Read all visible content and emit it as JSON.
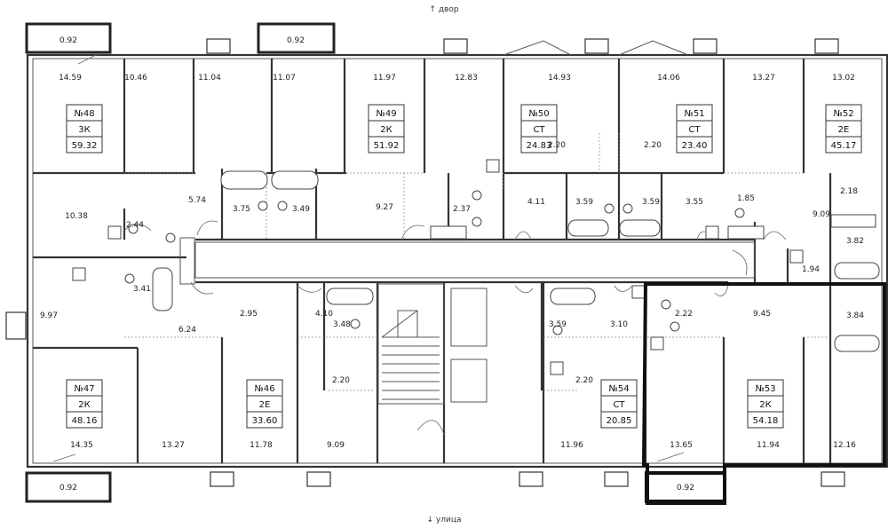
{
  "directions": {
    "north": "↑ двор",
    "south": "↓ улица"
  },
  "balconies": [
    "0.92",
    "0.92",
    "0.92",
    "0.92"
  ],
  "apartments": [
    {
      "num": "№48",
      "type": "3К",
      "area": "59.32"
    },
    {
      "num": "№49",
      "type": "2К",
      "area": "51.92"
    },
    {
      "num": "№50",
      "type": "СТ",
      "area": "24.83"
    },
    {
      "num": "№51",
      "type": "СТ",
      "area": "23.40"
    },
    {
      "num": "№52",
      "type": "2Е",
      "area": "45.17"
    },
    {
      "num": "№47",
      "type": "2К",
      "area": "48.16"
    },
    {
      "num": "№46",
      "type": "2Е",
      "area": "33.60"
    },
    {
      "num": "№54",
      "type": "СТ",
      "area": "20.85"
    },
    {
      "num": "№53",
      "type": "2К",
      "area": "54.18"
    }
  ],
  "room_areas": [
    "14.59",
    "10.46",
    "11.04",
    "11.07",
    "11.97",
    "12.83",
    "14.93",
    "14.06",
    "13.27",
    "13.02",
    "2.20",
    "2.20",
    "5.74",
    "10.38",
    "2.44",
    "3.75",
    "3.49",
    "9.27",
    "2.37",
    "4.11",
    "3.59",
    "3.59",
    "3.55",
    "1.85",
    "2.18",
    "9.09",
    "3.82",
    "1.94",
    "3.41",
    "9.97",
    "6.24",
    "2.95",
    "4.10",
    "3.48",
    "3.59",
    "3.10",
    "2.22",
    "9.45",
    "3.84",
    "2.20",
    "2.20",
    "14.35",
    "13.27",
    "11.78",
    "9.09",
    "11.96",
    "13.65",
    "11.94",
    "12.16"
  ],
  "highlight_apartment": "№53"
}
